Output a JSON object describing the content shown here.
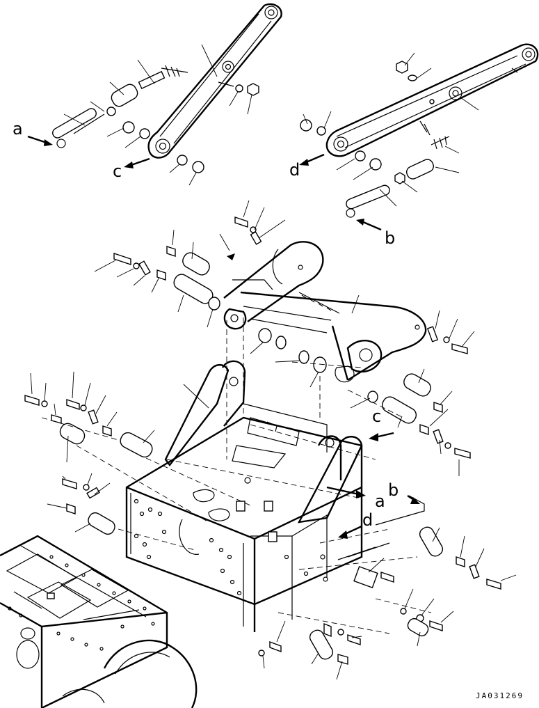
{
  "drawing": {
    "code": "JA031269",
    "ref_labels": {
      "a1": "a",
      "a2": "a",
      "b1": "b",
      "b2": "b",
      "c1": "c",
      "c2": "c",
      "d1": "d",
      "d2": "d"
    }
  }
}
